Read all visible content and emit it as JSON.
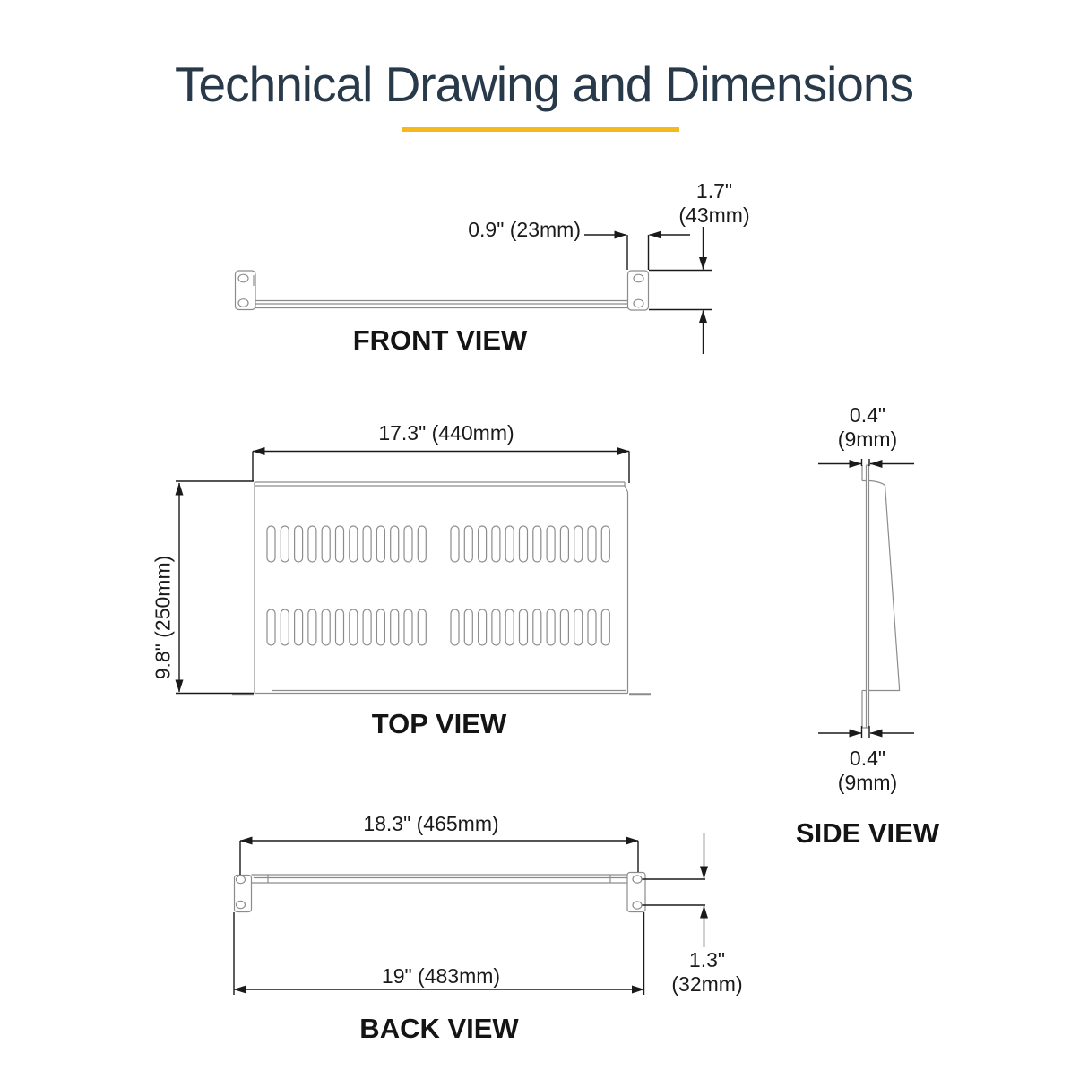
{
  "title": "Technical Drawing and Dimensions",
  "colors": {
    "accent": "#F5B91D",
    "title_text": "#28394A",
    "dimension_lines": "#1A1A1A",
    "part_outline": "#8C8C8C"
  },
  "front_view": {
    "label": "FRONT VIEW",
    "dim_depth": "0.9\" (23mm)",
    "dim_height_in": "1.7\"",
    "dim_height_mm": "(43mm)"
  },
  "top_view": {
    "label": "TOP VIEW",
    "dim_width": "17.3\" (440mm)",
    "dim_depth": "9.8\" (250mm)"
  },
  "side_view": {
    "label": "SIDE VIEW",
    "dim_top_in": "0.4\"",
    "dim_top_mm": "(9mm)",
    "dim_bottom_in": "0.4\"",
    "dim_bottom_mm": "(9mm)"
  },
  "back_view": {
    "label": "BACK VIEW",
    "dim_hole_spacing": "18.3\" (465mm)",
    "dim_full_width": "19\" (483mm)",
    "dim_offset_in": "1.3\"",
    "dim_offset_mm": "(32mm)"
  }
}
